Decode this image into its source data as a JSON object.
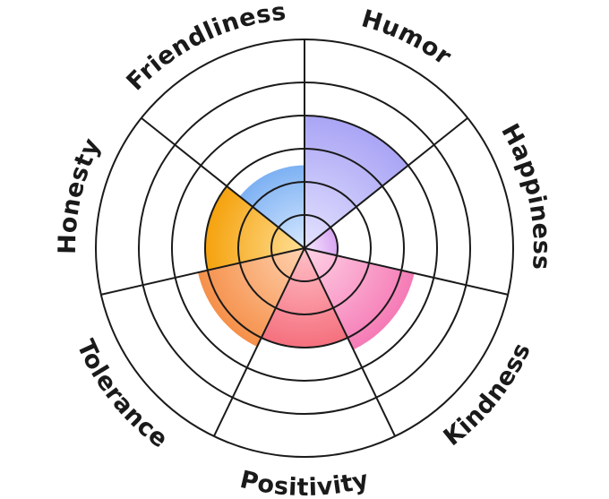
{
  "chart_data": {
    "type": "polar-area",
    "title": "",
    "rings": 5,
    "max_value": 5,
    "categories": [
      "Humor",
      "Happiness",
      "Kindness",
      "Positivity",
      "Tolerance",
      "Honesty",
      "Friendliness"
    ],
    "values": [
      4,
      1,
      3.4,
      3,
      3.3,
      3,
      2.5
    ],
    "colors": [
      [
        "#e4e2ff",
        "#aaa5f5"
      ],
      [
        "#f6e8ff",
        "#d9a6f2"
      ],
      [
        "#ffd3e6",
        "#f57bb6"
      ],
      [
        "#ffc0c8",
        "#f5707e"
      ],
      [
        "#ffd2b0",
        "#f5904a"
      ],
      [
        "#ffdf96",
        "#f5a20d"
      ],
      [
        "#d6e8ff",
        "#7db1f3"
      ]
    ]
  }
}
